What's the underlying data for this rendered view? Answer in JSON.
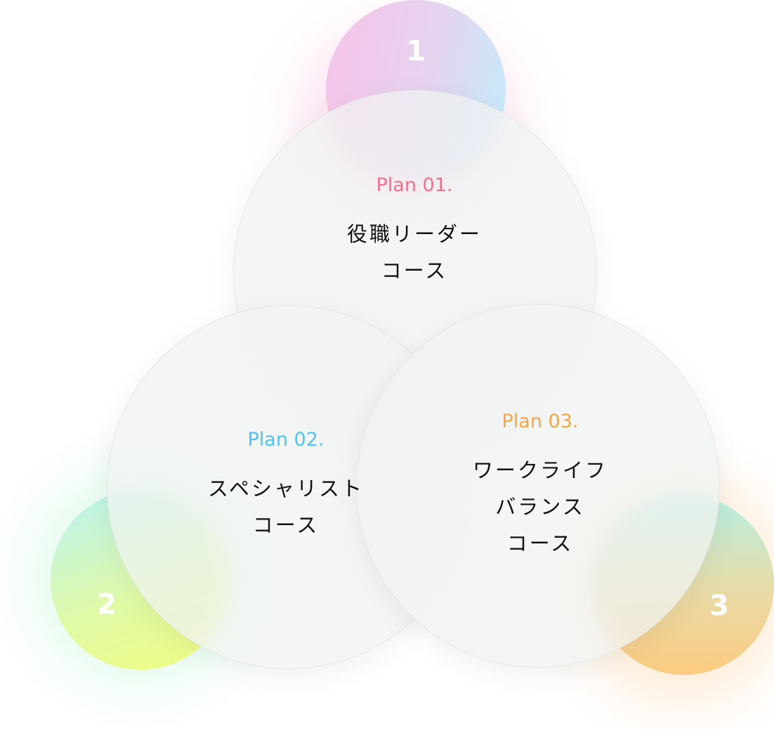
{
  "circles": [
    {
      "number": "1",
      "plan": "Plan 01.",
      "lines": [
        "役職リーダー",
        "コース"
      ],
      "accent": "#f2708c",
      "gradient": [
        "#f7c3e8",
        "#c3ecfb"
      ]
    },
    {
      "number": "2",
      "plan": "Plan 02.",
      "lines": [
        "スペシャリスト",
        "コース"
      ],
      "accent": "#4cc4f2",
      "gradient": [
        "#b8f2f5",
        "#eefc88"
      ]
    },
    {
      "number": "3",
      "plan": "Plan 03.",
      "lines": [
        "ワークライフ",
        "バランス",
        "コース"
      ],
      "accent": "#f7a642",
      "gradient": [
        "#b6f0e4",
        "#fdcb80"
      ]
    }
  ]
}
